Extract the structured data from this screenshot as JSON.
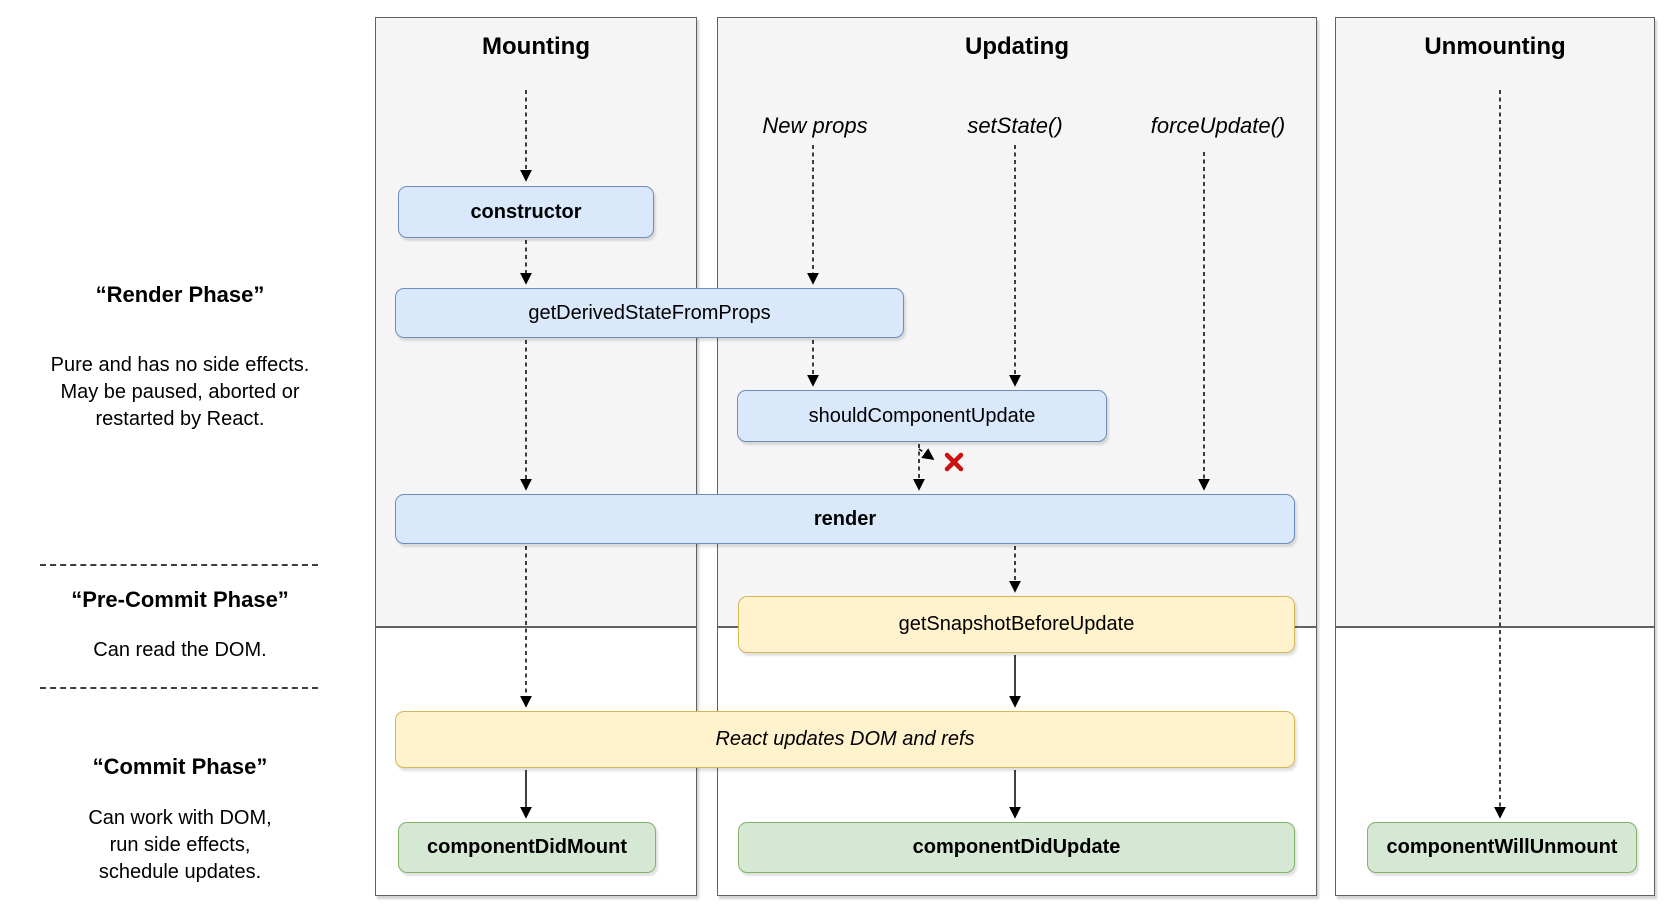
{
  "sidebar": {
    "render_phase": {
      "title": "“Render Phase”",
      "lines": [
        "Pure and has no side effects.",
        "May be paused, aborted or",
        "restarted by React."
      ]
    },
    "pre_commit_phase": {
      "title": "“Pre-Commit Phase”",
      "lines": [
        "Can read the DOM."
      ]
    },
    "commit_phase": {
      "title": "“Commit Phase”",
      "lines": [
        "Can work with DOM,",
        "run side effects,",
        "schedule updates."
      ]
    }
  },
  "columns": {
    "mounting": {
      "title": "Mounting"
    },
    "updating": {
      "title": "Updating",
      "triggers": [
        "New props",
        "setState()",
        "forceUpdate()"
      ]
    },
    "unmounting": {
      "title": "Unmounting"
    }
  },
  "nodes": {
    "constructor": "constructor",
    "get_derived_state_from_props": "getDerivedStateFromProps",
    "should_component_update": "shouldComponentUpdate",
    "render": "render",
    "get_snapshot_before_update": "getSnapshotBeforeUpdate",
    "react_updates_dom": "React updates DOM and refs",
    "component_did_mount": "componentDidMount",
    "component_did_update": "componentDidUpdate",
    "component_will_unmount": "componentWillUnmount"
  },
  "icons": {
    "abort_x": "update-aborted-x"
  },
  "colors": {
    "panel_gray": "#f5f5f5",
    "node_blue": "#dae8fc",
    "node_blue_border": "#6c8ebf",
    "node_yellow": "#fff2cc",
    "node_yellow_border": "#d6b656",
    "node_green": "#d5e8d4",
    "node_green_border": "#82b366",
    "abort_x_red": "#cc1111"
  }
}
